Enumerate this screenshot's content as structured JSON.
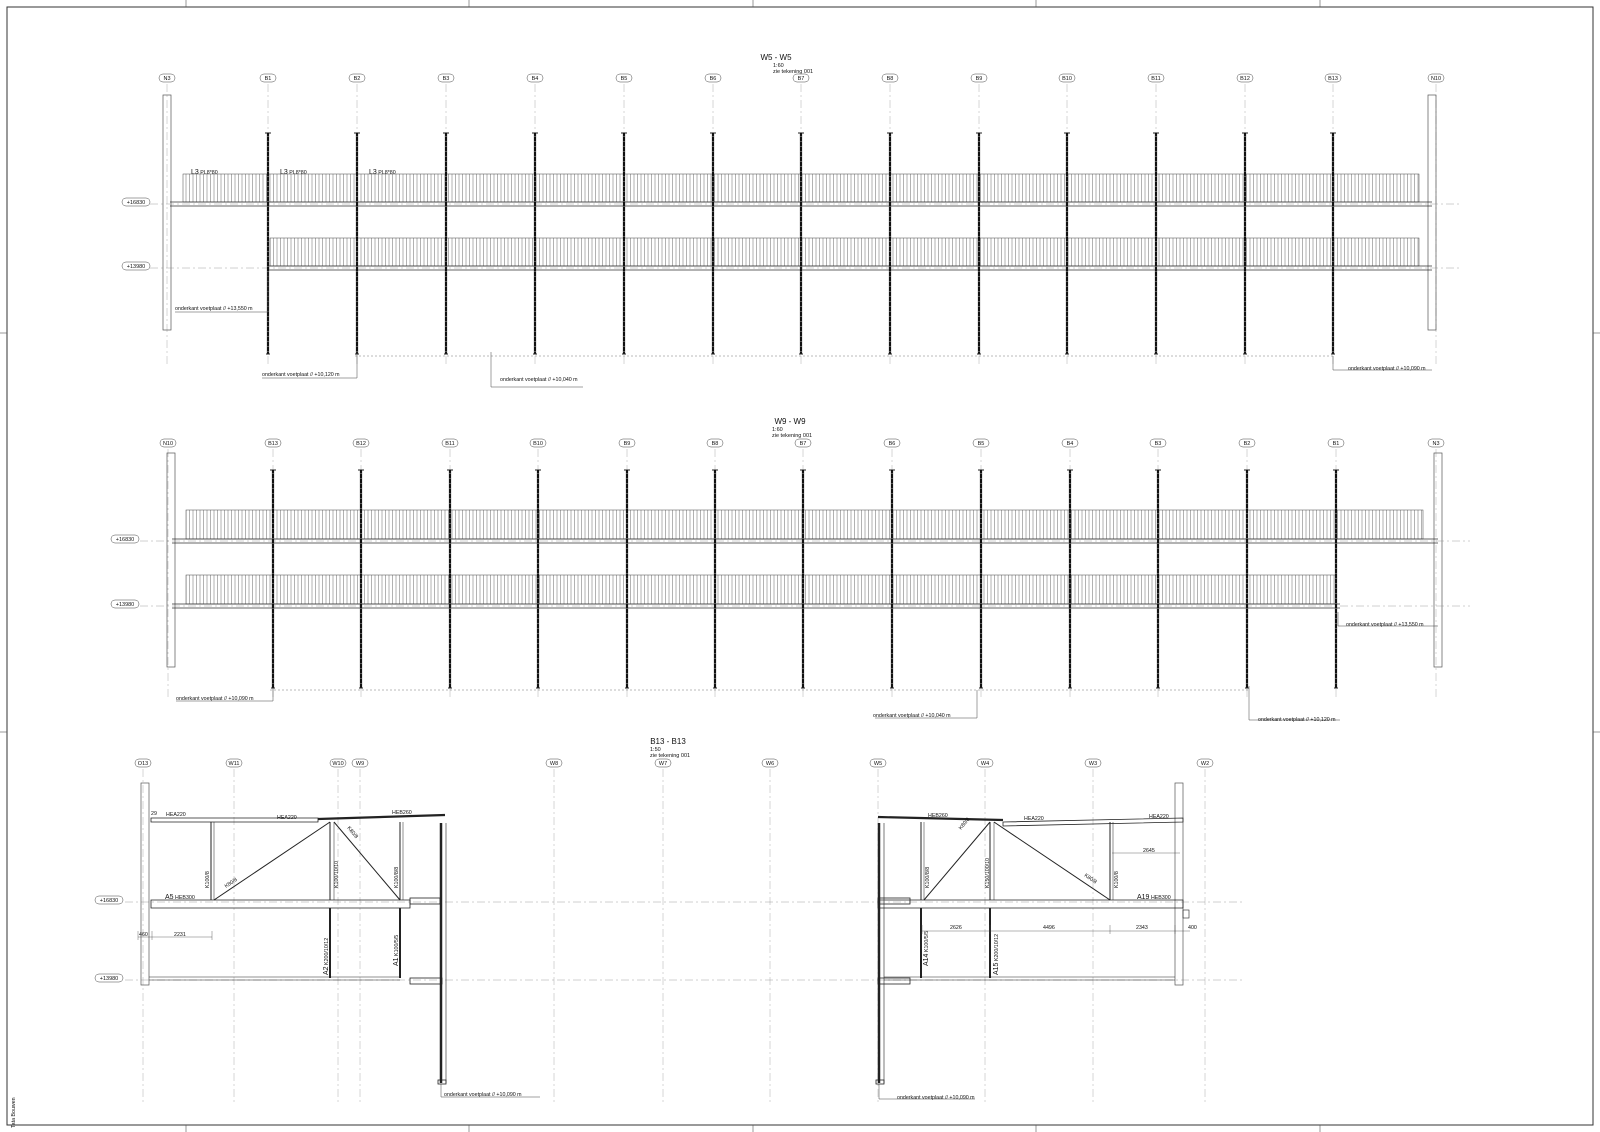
{
  "border_label": "Tata Bouwen",
  "views": [
    {
      "title": "W5 - W5",
      "scale": "1:60",
      "reference": "zie tekening 001",
      "grid_labels": [
        "N3",
        "B1",
        "B2",
        "B3",
        "B4",
        "B5",
        "B6",
        "B7",
        "B8",
        "B9",
        "B10",
        "B11",
        "B12",
        "B13",
        "N10"
      ],
      "levels": [
        "+16830",
        "+13980"
      ],
      "member_labels": [
        {
          "name": "L3",
          "spec": "PL8*80"
        },
        {
          "name": "L3",
          "spec": "PL8*80"
        },
        {
          "name": "L3",
          "spec": "PL8*80"
        }
      ],
      "notes": [
        "onderkant voetplaat // +13,550 m",
        "onderkant voetplaat // +10,120 m",
        "onderkant voetplaat // +10,040 m",
        "onderkant voetplaat // +10,090 m"
      ]
    },
    {
      "title": "W9 - W9",
      "scale": "1:60",
      "reference": "zie tekening 001",
      "grid_labels": [
        "N10",
        "B13",
        "B12",
        "B11",
        "B10",
        "B9",
        "B8",
        "B7",
        "B6",
        "B5",
        "B4",
        "B3",
        "B2",
        "B1",
        "N3"
      ],
      "levels": [
        "+16830",
        "+13980"
      ],
      "notes": [
        "onderkant voetplaat // +10,090 m",
        "onderkant voetplaat // +10,040 m",
        "onderkant voetplaat // +10,120 m",
        "onderkant voetplaat // +13,550 m"
      ]
    },
    {
      "title": "B13 - B13",
      "scale": "1:50",
      "reference": "zie tekening 001",
      "grid_labels": [
        "O13",
        "W11",
        "W10",
        "W9",
        "W8",
        "W7",
        "W6",
        "W5",
        "W4",
        "W3",
        "W2"
      ],
      "levels": [
        "+16830",
        "+13980"
      ],
      "left_members": [
        "HEA220",
        "HEA220",
        "HEB260",
        "A5",
        "HEB300",
        "K100/8",
        "K80/8",
        "K100/10/10",
        "K80/8",
        "K100/8/8",
        "A2",
        "K200/10/12",
        "A1",
        "K100/5/5"
      ],
      "right_members": [
        "HEB260",
        "HEA220",
        "HEA220",
        "A19",
        "HEB300",
        "K100/8/8",
        "K80/8",
        "K150/100/10",
        "K80/8",
        "K100/8",
        "A14",
        "K100/5/5",
        "A15",
        "K200/10/12"
      ],
      "dimensions": {
        "left": [
          "29",
          "460",
          "2231"
        ],
        "right": [
          "2645",
          "2626",
          "4496",
          "2343",
          "400"
        ]
      },
      "notes": [
        "onderkant voetplaat // +10,090 m",
        "onderkant voetplaat // +10,090 m"
      ]
    }
  ]
}
